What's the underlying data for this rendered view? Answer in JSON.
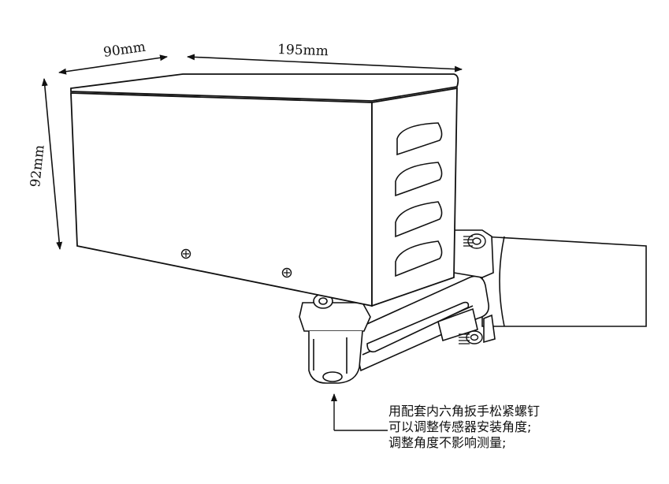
{
  "dimensions": {
    "width_label": "90mm",
    "length_label": "195mm",
    "height_label": "92mm"
  },
  "annotation": {
    "lines": [
      "用配套内六角扳手松紧螺钉",
      "可以调整传感器安装角度;",
      "调整角度不影响测量;"
    ]
  },
  "colors": {
    "line": "#111111",
    "background": "#ffffff"
  }
}
